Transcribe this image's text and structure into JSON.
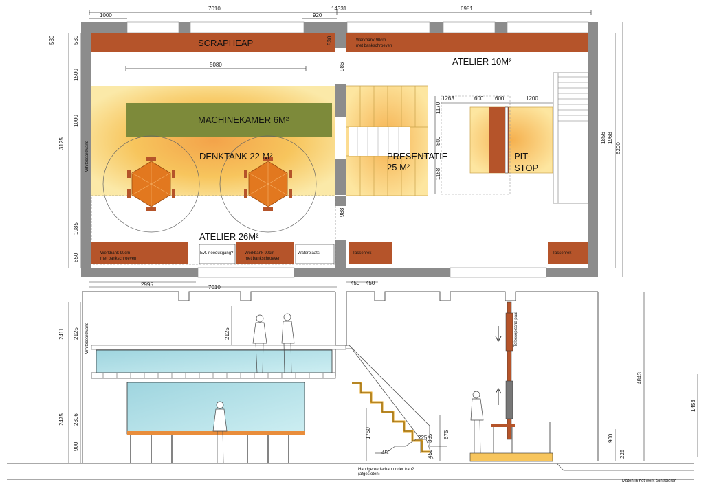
{
  "colors": {
    "wall": "#8c8c8c",
    "workbench": "#b5542a",
    "machine": "#7d8a3a",
    "table": "#e2781f",
    "glass": "#a9dbe3",
    "floor_glow": "#f7c55d",
    "stair_fill": "#fbe39a",
    "ceiling_orange": "#e98d3b"
  },
  "rooms": {
    "scrapheap": "SCRAPHEAP",
    "atelier10": "ATELIER 10M²",
    "machinekamer": "MACHINEKAMER 6M²",
    "denktank": "DENKTANK 22 M²",
    "presentatie_1": "PRESENTATIE",
    "presentatie_2": "25 M²",
    "pitstop_1": "PIT-",
    "pitstop_2": "STOP",
    "atelier26": "ATELIER 26M²"
  },
  "labels": {
    "workbench_top_1": "Werkbank 90cm",
    "workbench_top_2": "met bankschroeven",
    "workbench_bl_1": "Werkbank 90cm",
    "workbench_bl_2": "met bankschroeven",
    "workbench_bm_1": "Werkbank 90cm",
    "workbench_bm_2": "met bankschroeven",
    "nooduitgang": "Evt. nooduitgang?",
    "waterplaats": "Waterplaats",
    "tassenrek_1": "Tassenrek",
    "tassenrek_2": "Tassenrek",
    "whiteboard_plan": "Whiteboardwand",
    "whiteboard_section": "Whiteboardwand",
    "handgereedschap_1": "Handgereedschap onder trap?",
    "handgereedschap_2": "(afgesloten)",
    "maten": "Maten in het werk controleren",
    "pole_note": "Telescopische paal"
  },
  "dims": {
    "total_width": "14331",
    "left_width": "7010",
    "right_width": "6981",
    "d1000": "1000",
    "d920": "920",
    "d5080": "5080",
    "d539a": "539",
    "d539b": "539",
    "d530": "530",
    "d986": "986",
    "d1500": "1500",
    "d1000v": "1000",
    "d3125": "3125",
    "d1985": "1985",
    "d650": "650",
    "d988": "988",
    "d1263": "1263",
    "d600a": "600",
    "d600b": "600",
    "d1200": "1200",
    "d1170": "1170",
    "d800": "800",
    "d1168": "1168",
    "d1856": "1856",
    "d1968": "1968",
    "d6200": "6200",
    "d2995": "2995",
    "s7010": "7010",
    "d450a": "450",
    "d450b": "450",
    "d2411": "2411",
    "d2125a": "2125",
    "d2125b": "2125",
    "d2475": "2475",
    "d2306": "2306",
    "d900a": "900",
    "d1750": "1750",
    "d225a": "225",
    "d335": "335",
    "d675": "675",
    "d450c": "450",
    "d450d": "450",
    "d900b": "900",
    "d225b": "225",
    "d4843": "4843",
    "d1453": "1453"
  }
}
